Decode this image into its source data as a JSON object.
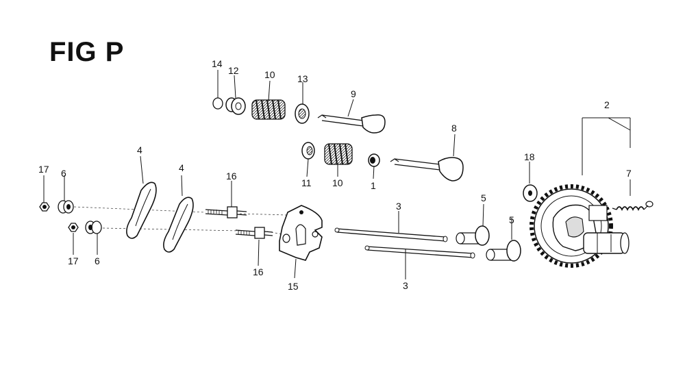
{
  "title": "FIG P",
  "callouts": [
    {
      "id": "14",
      "label": "14"
    },
    {
      "id": "12",
      "label": "12"
    },
    {
      "id": "10a",
      "label": "10"
    },
    {
      "id": "13",
      "label": "13"
    },
    {
      "id": "9",
      "label": "9"
    },
    {
      "id": "8",
      "label": "8"
    },
    {
      "id": "11",
      "label": "11"
    },
    {
      "id": "10b",
      "label": "10"
    },
    {
      "id": "1",
      "label": "1"
    },
    {
      "id": "2",
      "label": "2"
    },
    {
      "id": "18",
      "label": "18"
    },
    {
      "id": "7",
      "label": "7"
    },
    {
      "id": "17a",
      "label": "17"
    },
    {
      "id": "6a",
      "label": "6"
    },
    {
      "id": "4a",
      "label": "4"
    },
    {
      "id": "4b",
      "label": "4"
    },
    {
      "id": "16a",
      "label": "16"
    },
    {
      "id": "3a",
      "label": "3"
    },
    {
      "id": "5a",
      "label": "5"
    },
    {
      "id": "5b",
      "label": "5"
    },
    {
      "id": "17b",
      "label": "17"
    },
    {
      "id": "6b",
      "label": "6"
    },
    {
      "id": "16b",
      "label": "16"
    },
    {
      "id": "15",
      "label": "15"
    },
    {
      "id": "3b",
      "label": "3"
    }
  ]
}
